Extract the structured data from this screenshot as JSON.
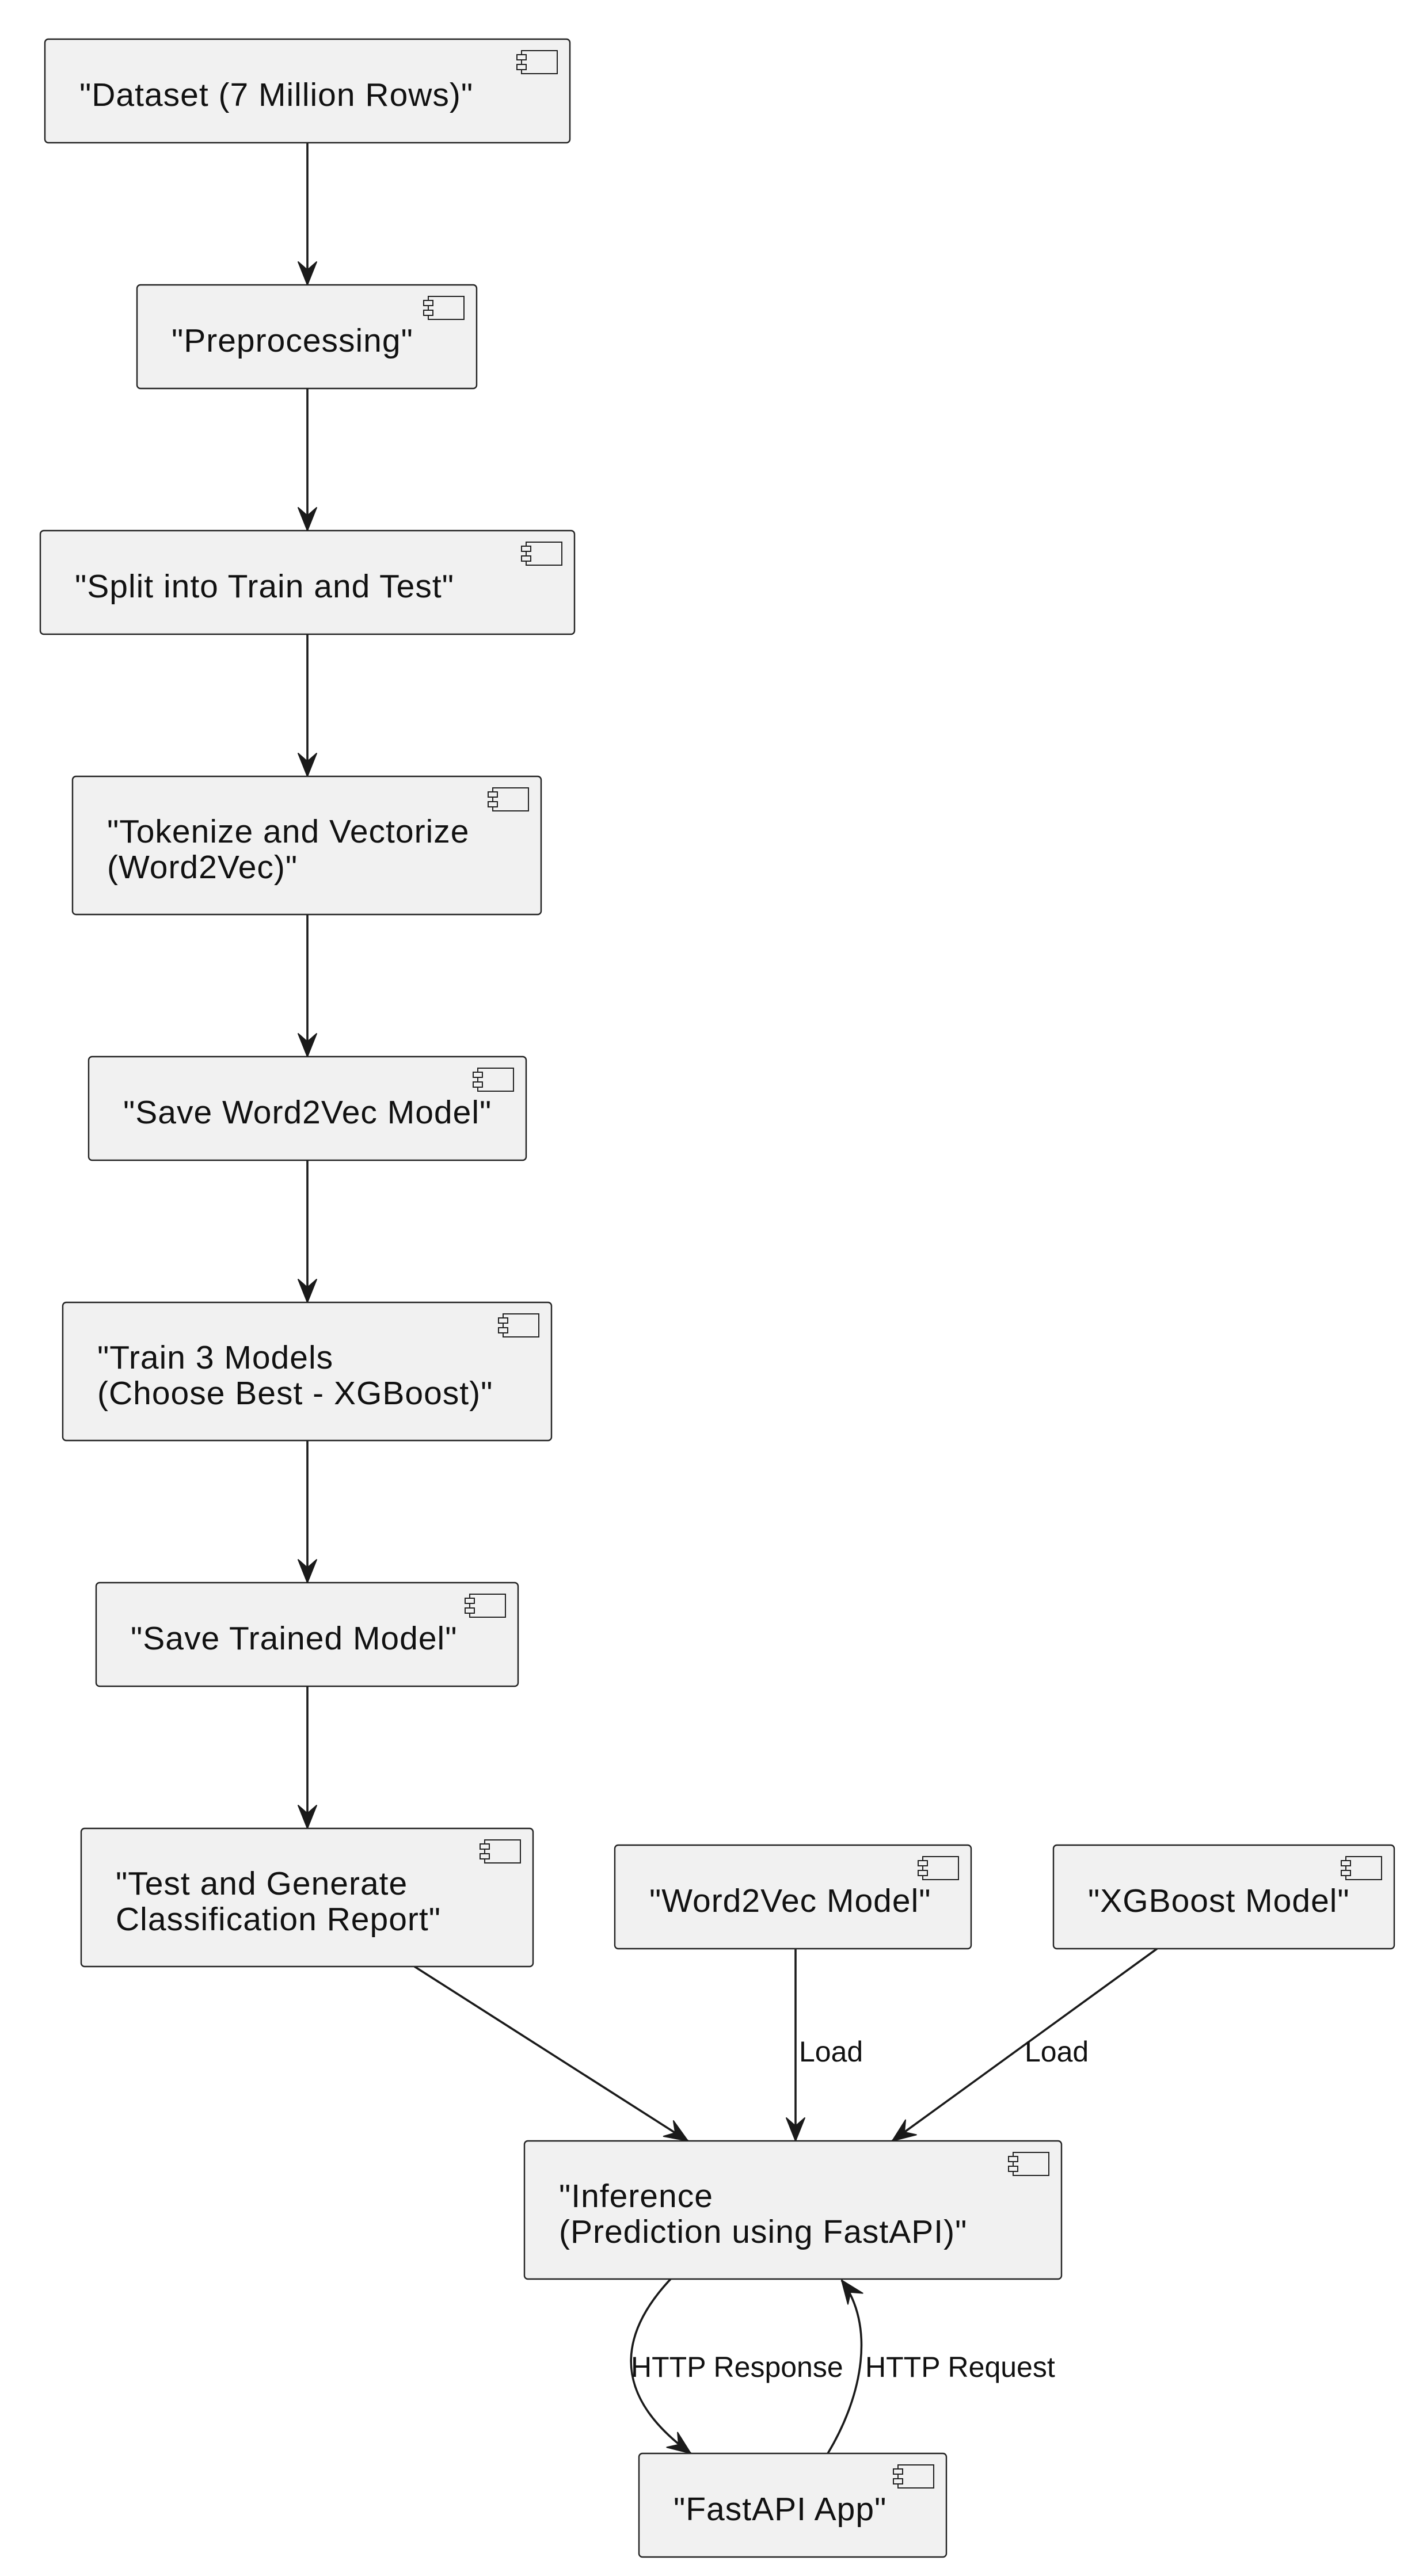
{
  "diagram": {
    "nodes": {
      "dataset": [
        "\"Dataset (7 Million Rows)\""
      ],
      "preprocessing": [
        "\"Preprocessing\""
      ],
      "split": [
        "\"Split into Train and Test\""
      ],
      "tokenize": [
        "\"Tokenize and Vectorize",
        "(Word2Vec)\""
      ],
      "save_w2v": [
        "\"Save Word2Vec Model\""
      ],
      "train": [
        "\"Train 3 Models",
        "(Choose Best - XGBoost)\""
      ],
      "save_trained": [
        "\"Save Trained Model\""
      ],
      "test_report": [
        "\"Test and Generate",
        "Classification Report\""
      ],
      "w2v_model": [
        "\"Word2Vec Model\""
      ],
      "xgb_model": [
        "\"XGBoost Model\""
      ],
      "inference": [
        "\"Inference",
        "(Prediction using FastAPI)\""
      ],
      "fastapi_app": [
        "\"FastAPI App\""
      ]
    },
    "edges": [
      {
        "from": "dataset",
        "to": "preprocessing",
        "label": ""
      },
      {
        "from": "preprocessing",
        "to": "split",
        "label": ""
      },
      {
        "from": "split",
        "to": "tokenize",
        "label": ""
      },
      {
        "from": "tokenize",
        "to": "save_w2v",
        "label": ""
      },
      {
        "from": "save_w2v",
        "to": "train",
        "label": ""
      },
      {
        "from": "train",
        "to": "save_trained",
        "label": ""
      },
      {
        "from": "save_trained",
        "to": "test_report",
        "label": ""
      },
      {
        "from": "test_report",
        "to": "inference",
        "label": ""
      },
      {
        "from": "w2v_model",
        "to": "inference",
        "label": "Load"
      },
      {
        "from": "xgb_model",
        "to": "inference",
        "label": "Load"
      },
      {
        "from": "inference",
        "to": "fastapi_app",
        "label": "HTTP Response"
      },
      {
        "from": "fastapi_app",
        "to": "inference",
        "label": "HTTP Request"
      }
    ]
  }
}
